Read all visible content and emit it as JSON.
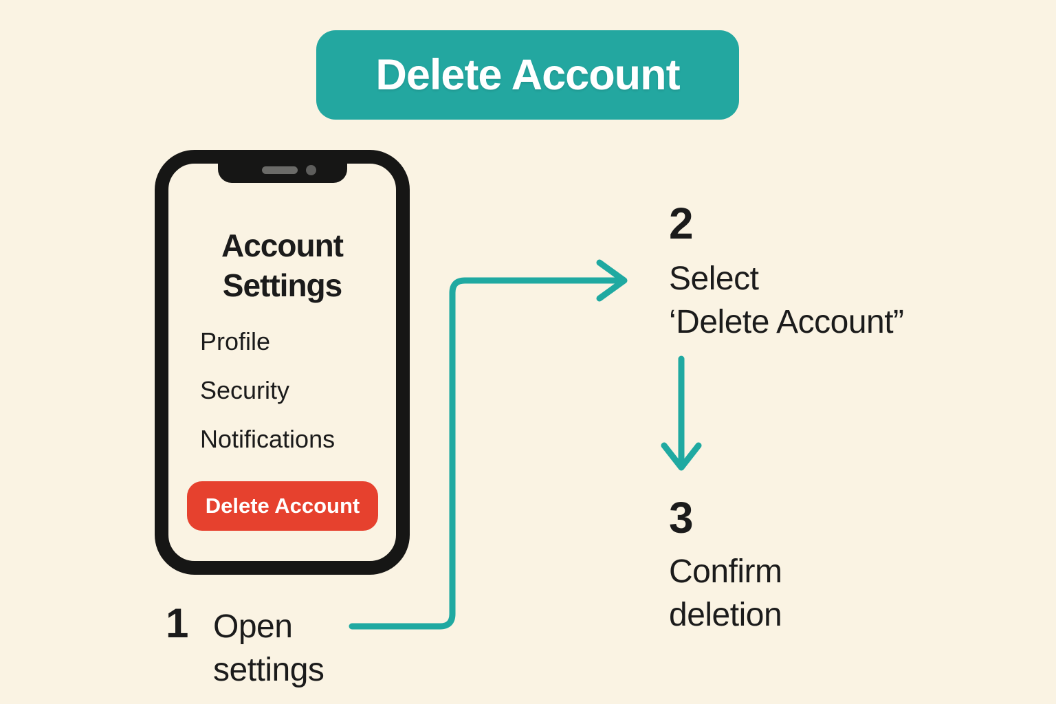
{
  "colors": {
    "background": "#FAF3E3",
    "teal": "#23A7A0",
    "red": "#E6412E",
    "text": "#1B1B1B",
    "phone-frame": "#161615"
  },
  "header": {
    "title": "Delete Account"
  },
  "phone": {
    "title_line1": "Account",
    "title_line2": "Settings",
    "menu_items": [
      {
        "label": "Profile"
      },
      {
        "label": "Security"
      },
      {
        "label": "Notifications"
      }
    ],
    "delete_button_label": "Delete Account"
  },
  "steps": [
    {
      "number": "1",
      "lines": [
        "Open",
        "settings"
      ]
    },
    {
      "number": "2",
      "lines": [
        "Select",
        "‘Delete Account”"
      ]
    },
    {
      "number": "3",
      "lines": [
        "Confirm",
        "deletion"
      ]
    }
  ]
}
